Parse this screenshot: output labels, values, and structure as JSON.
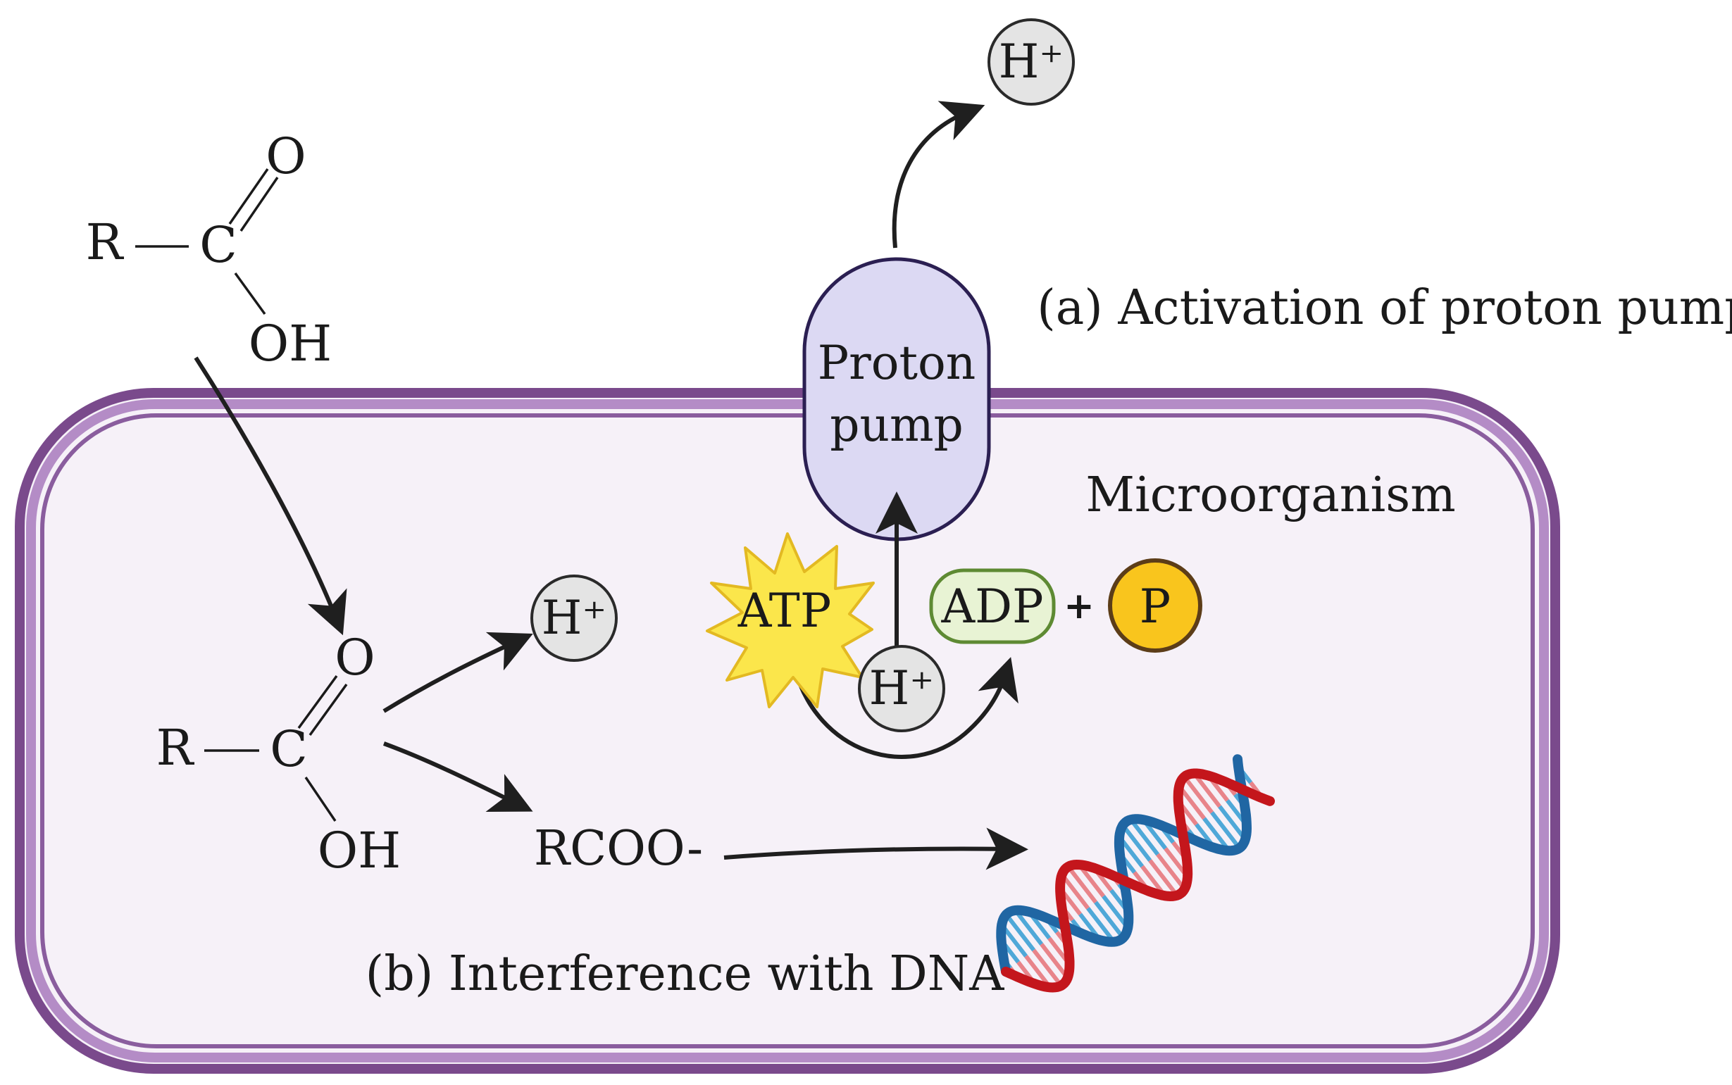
{
  "colors": {
    "cell_outer": "#7a4a8c",
    "cell_mid": "#b48cc6",
    "cell_fill": "#f6f1f8",
    "pump_fill": "#dcd9f3",
    "pump_stroke": "#2b1f52",
    "ion_fill": "#e4e4e4",
    "atp_fill": "#fbe64b",
    "adp_fill": "#e8f3d4",
    "adp_stroke": "#5e8a33",
    "phosphate_fill": "#f9c51d",
    "dna_red": "#c4161c",
    "dna_blue": "#2066a3",
    "arrow": "#1f1f1f"
  },
  "molecule_top": {
    "r": "R",
    "c": "C",
    "o": "O",
    "oh": "OH"
  },
  "molecule_inner": {
    "r": "R",
    "c": "C",
    "o": "O",
    "oh": "OH"
  },
  "ions": {
    "h_top": "H⁺",
    "h_left": "H⁺",
    "h_center": "H⁺"
  },
  "pump": {
    "line1": "Proton",
    "line2": "pump"
  },
  "energy": {
    "atp": "ATP",
    "adp": "ADP",
    "plus": "+",
    "phosphate": "P"
  },
  "anion": "RCOO-",
  "labels": {
    "activation": "(a) Activation of proton pump",
    "microorganism": "Microorganism",
    "interference": "(b) Interference with DNA"
  },
  "icons": {
    "dna": "dna-helix-icon",
    "atp": "starburst-icon"
  }
}
